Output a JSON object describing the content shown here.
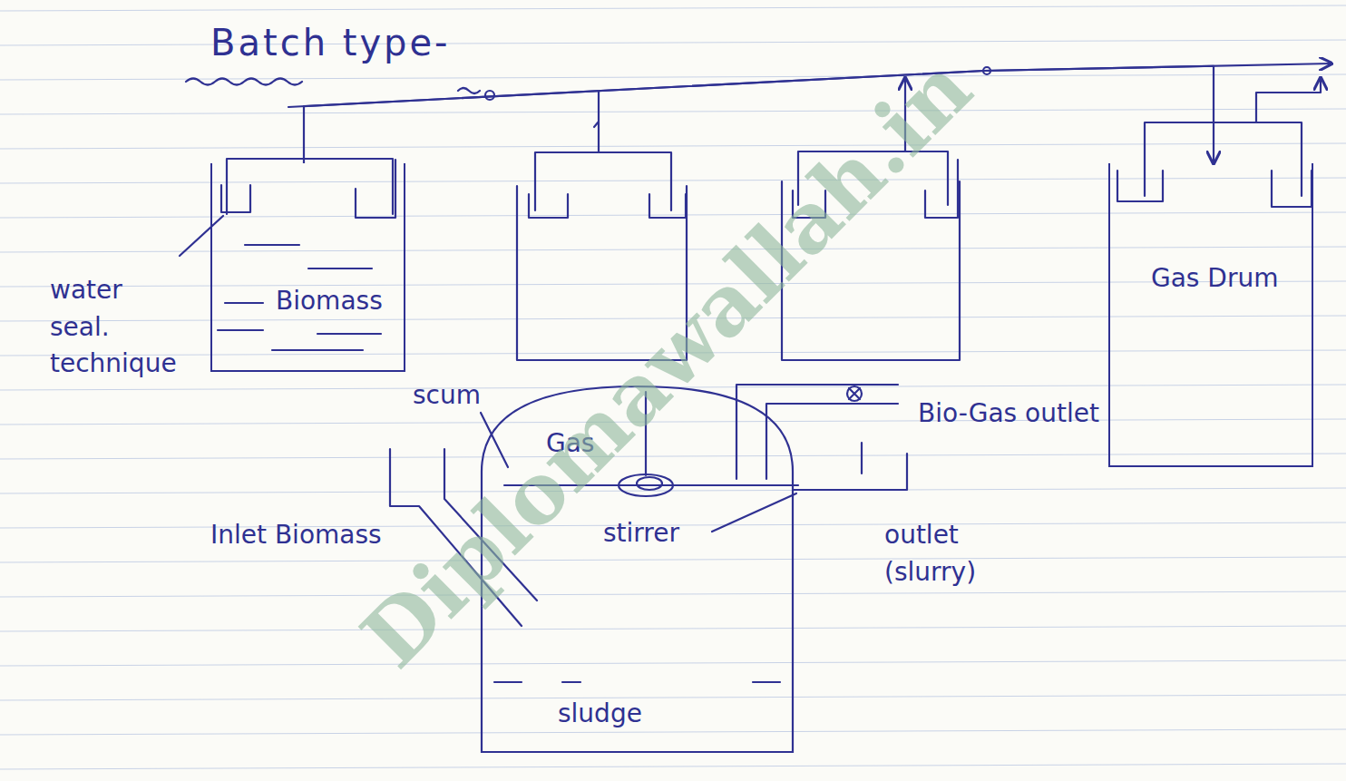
{
  "diagram": {
    "title": "Batch type-",
    "nodes": [
      {
        "text": [
          "Biomass"
        ]
      },
      {
        "text": [
          "Gas Drum"
        ]
      },
      {
        "text": [
          "Gas",
          "sludge"
        ]
      }
    ],
    "edges": [
      {
        "from": 0,
        "to": 1,
        "arrow": "to"
      }
    ],
    "labels": [
      "water seal. technique",
      "scum",
      "stirrer",
      "Bio-Gas outlet",
      "Inlet Biomass",
      "outlet (slurry)",
      "Diplomawallah.in"
    ]
  }
}
